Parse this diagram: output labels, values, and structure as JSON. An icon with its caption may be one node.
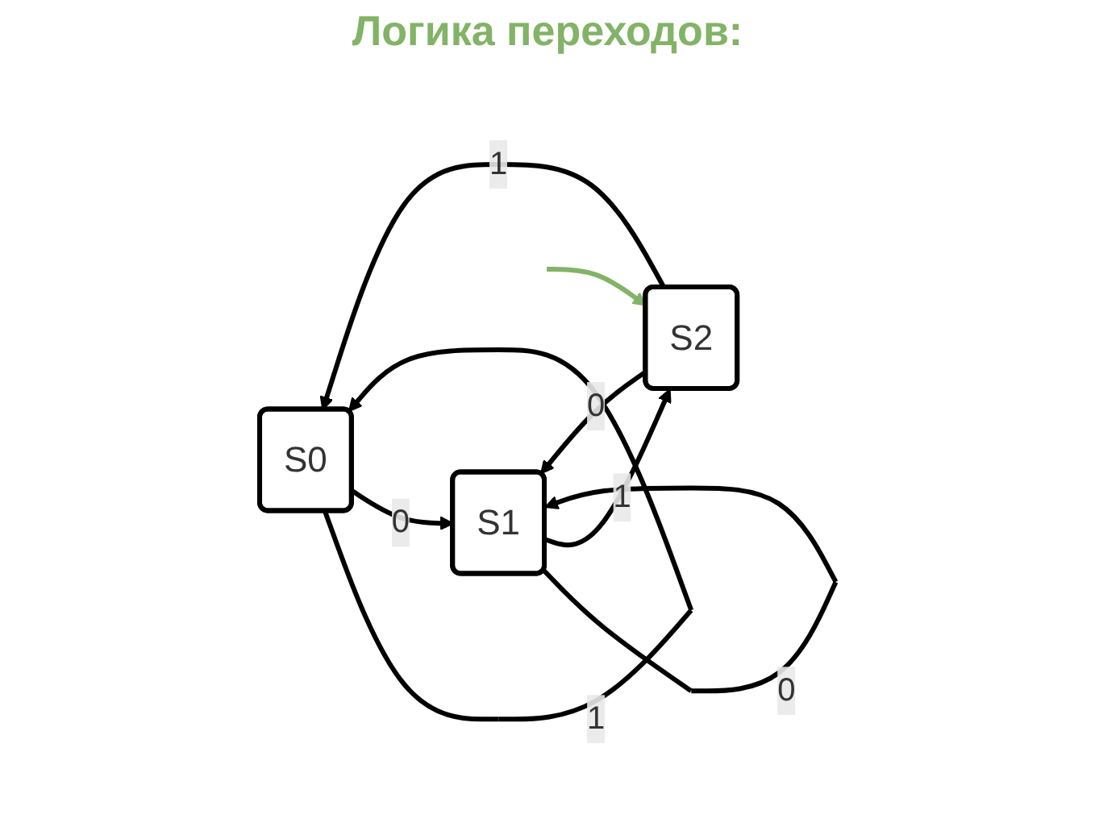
{
  "diagram": {
    "title": "Логика переходов:",
    "nodes": [
      {
        "text": [
          "S0"
        ]
      },
      {
        "text": [
          "S1"
        ]
      },
      {
        "text": [
          "S2"
        ]
      }
    ],
    "edges": [
      {
        "from": 0,
        "to": 0,
        "arrow": "to",
        "label": "1"
      },
      {
        "from": 0,
        "to": 1,
        "arrow": "to",
        "label": "0"
      },
      {
        "from": 1,
        "to": 1,
        "arrow": "to",
        "label": "0"
      },
      {
        "from": 2,
        "to": 0,
        "arrow": "to",
        "label": "1"
      },
      {
        "from": 1,
        "to": 2,
        "arrow": "to",
        "label": "1"
      },
      {
        "from": 2,
        "to": 1,
        "arrow": "to",
        "label": "0"
      },
      {
        "from": null,
        "to": 2,
        "arrow": "to",
        "color": "#82b366"
      }
    ]
  }
}
